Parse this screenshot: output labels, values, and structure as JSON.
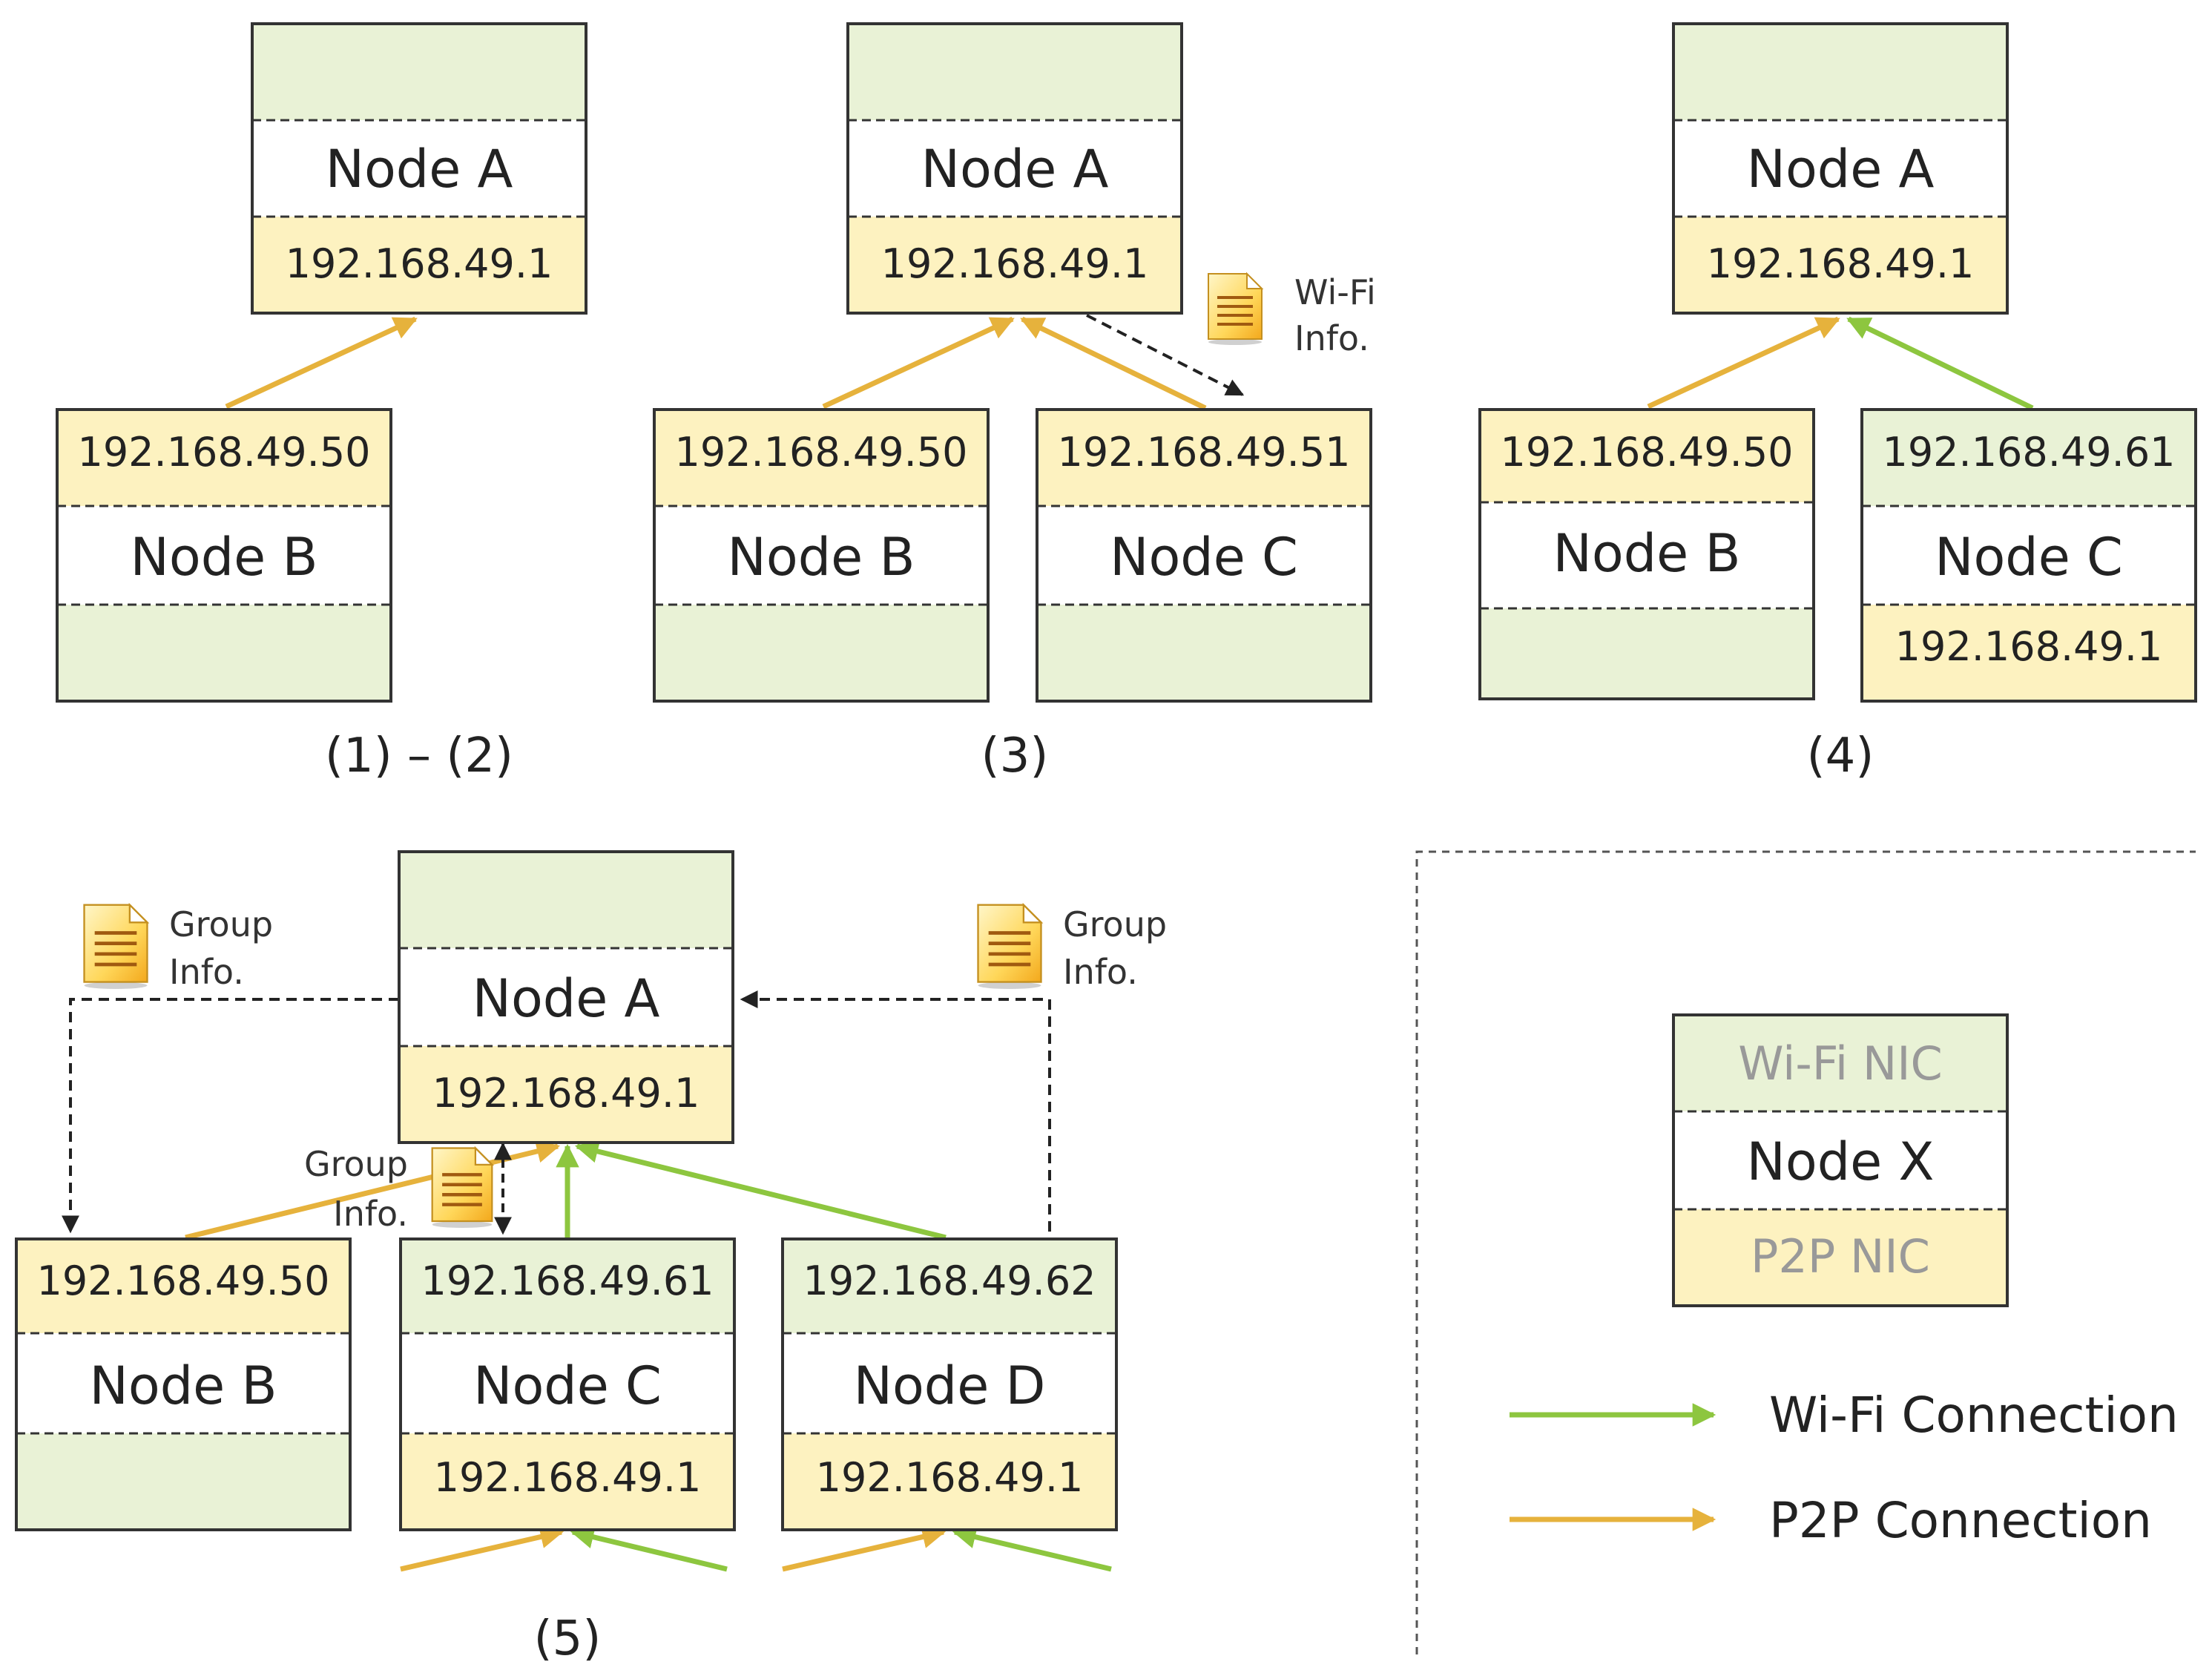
{
  "colors": {
    "wifi_nic_fill": "#e9f2d6",
    "p2p_nic_fill": "#fdf2c0",
    "wifi_connection": "#8dc63f",
    "p2p_connection": "#e6b23c",
    "border": "#333333"
  },
  "doc_icon": "info-document-icon",
  "panel1": {
    "caption": "(1) – (2)",
    "node_a": {
      "name": "Node A",
      "top": "",
      "bottom": "192.168.49.1"
    },
    "node_b": {
      "name": "Node B",
      "top": "192.168.49.50",
      "bottom": ""
    }
  },
  "panel3": {
    "caption": "(3)",
    "node_a": {
      "name": "Node A",
      "top": "",
      "bottom": "192.168.49.1"
    },
    "node_b": {
      "name": "Node B",
      "top": "192.168.49.50",
      "bottom": ""
    },
    "node_c": {
      "name": "Node C",
      "top": "192.168.49.51",
      "bottom": ""
    },
    "doc_label": [
      "Wi-Fi",
      "Info."
    ]
  },
  "panel4": {
    "caption": "(4)",
    "node_a": {
      "name": "Node A",
      "top": "",
      "bottom": "192.168.49.1"
    },
    "node_b": {
      "name": "Node B",
      "top": "192.168.49.50",
      "bottom": ""
    },
    "node_c": {
      "name": "Node C",
      "top": "192.168.49.61",
      "bottom": "192.168.49.1"
    }
  },
  "panel5": {
    "caption": "(5)",
    "node_a": {
      "name": "Node A",
      "top": "",
      "bottom": "192.168.49.1"
    },
    "node_b": {
      "name": "Node B",
      "top": "192.168.49.50",
      "bottom": ""
    },
    "node_c": {
      "name": "Node C",
      "top": "192.168.49.61",
      "bottom": "192.168.49.1"
    },
    "node_d": {
      "name": "Node D",
      "top": "192.168.49.62",
      "bottom": "192.168.49.1"
    },
    "doc_left_label": [
      "Group",
      "Info."
    ],
    "doc_right_label": [
      "Group",
      "Info."
    ],
    "doc_middle_label": [
      "Group",
      "Info."
    ]
  },
  "legend": {
    "node": {
      "name": "Node X",
      "top": "Wi-Fi NIC",
      "bottom": "P2P NIC"
    },
    "wifi_label": "Wi-Fi Connection",
    "p2p_label": "P2P Connection"
  }
}
